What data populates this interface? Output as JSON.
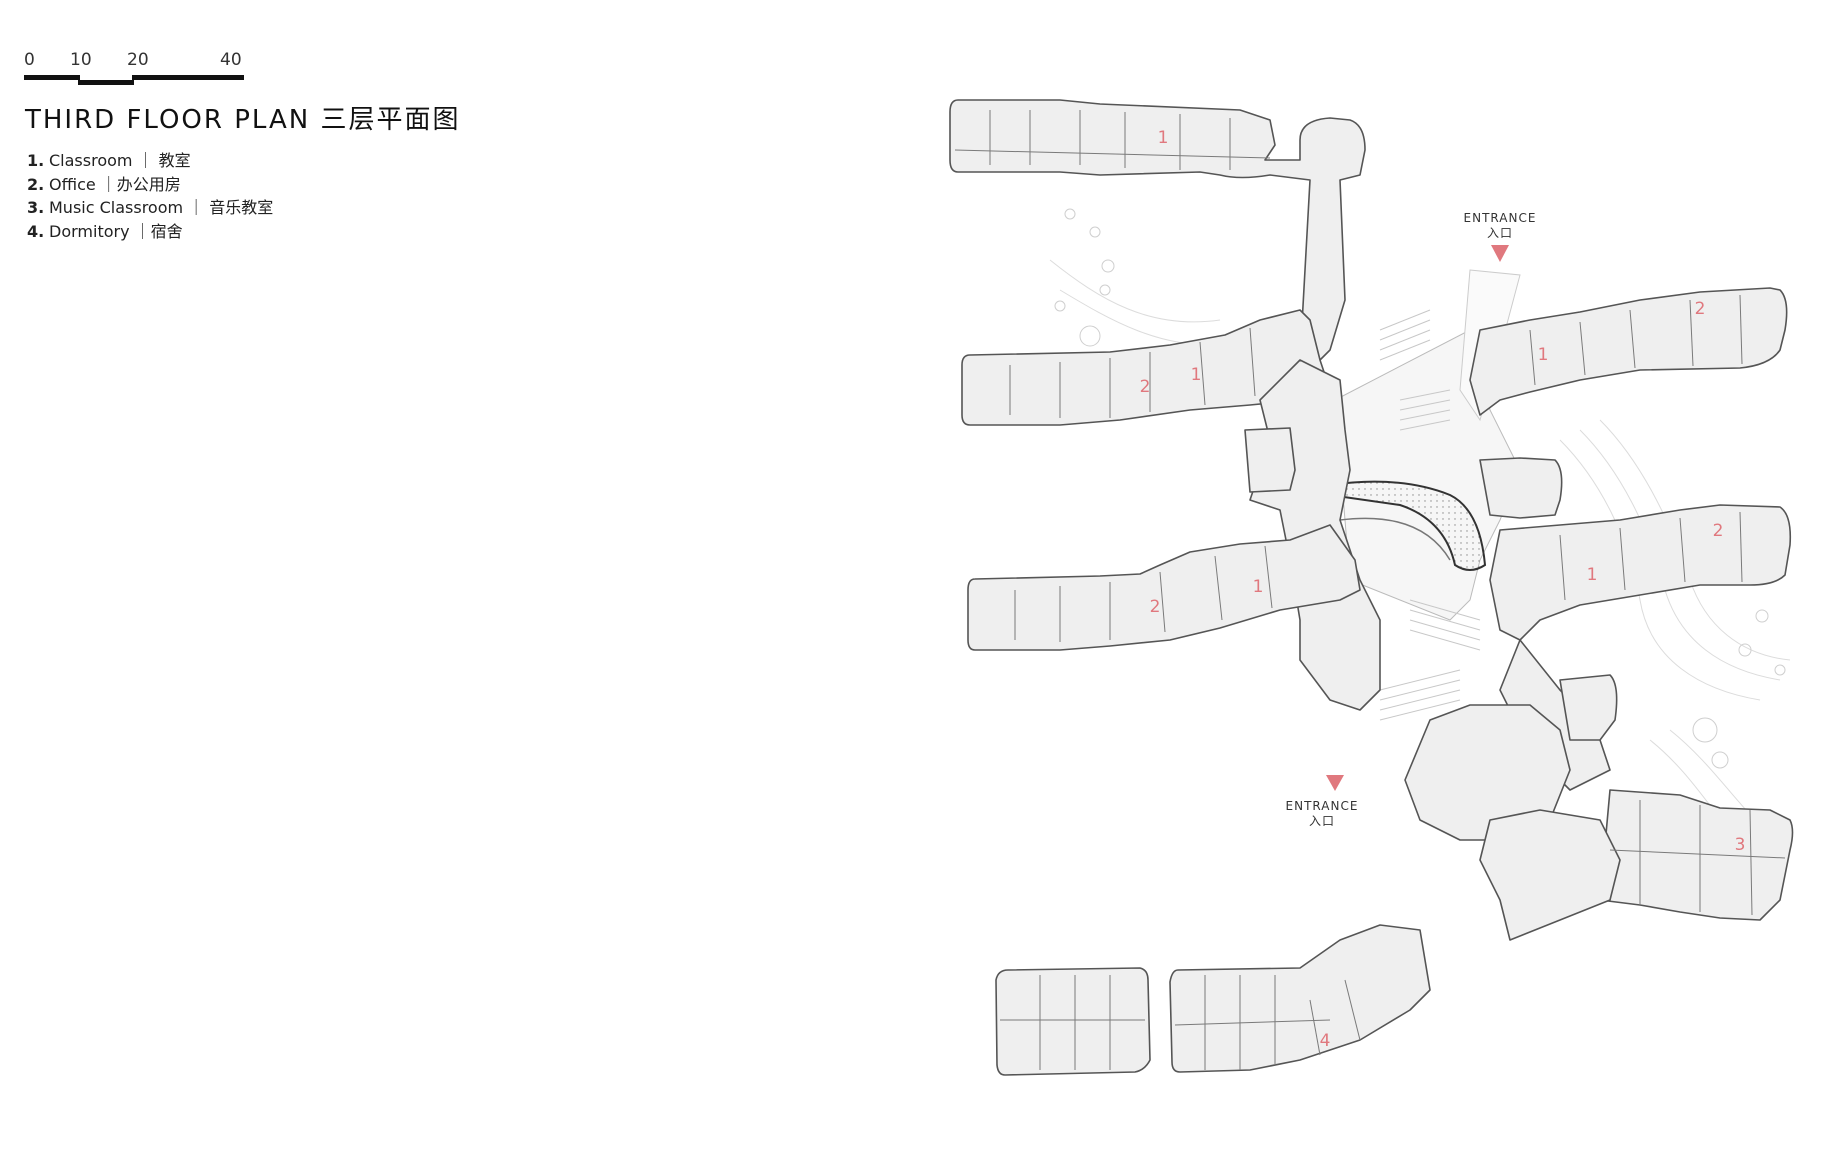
{
  "scale": {
    "ticks": [
      "0",
      "10",
      "20",
      "40"
    ]
  },
  "title": "THIRD FLOOR PLAN 三层平面图",
  "legend": [
    {
      "num": "1.",
      "text": "Classroom ｜ 教室"
    },
    {
      "num": "2.",
      "text": "Office ｜办公用房"
    },
    {
      "num": "3.",
      "text": "Music Classroom ｜ 音乐教室"
    },
    {
      "num": "4.",
      "text": "Dormitory ｜宿舍"
    }
  ],
  "entrances": [
    {
      "en": "ENTRANCE",
      "zh": "入口"
    },
    {
      "en": "ENTRANCE",
      "zh": "入口"
    }
  ],
  "room_labels": [
    "1",
    "1",
    "2",
    "1",
    "1",
    "2",
    "1",
    "2",
    "1",
    "2",
    "3",
    "4"
  ],
  "colors": {
    "room_label": "#e0787e",
    "entrance_marker": "#e0787e",
    "building_fill": "#efefef",
    "wall": "#555555"
  }
}
